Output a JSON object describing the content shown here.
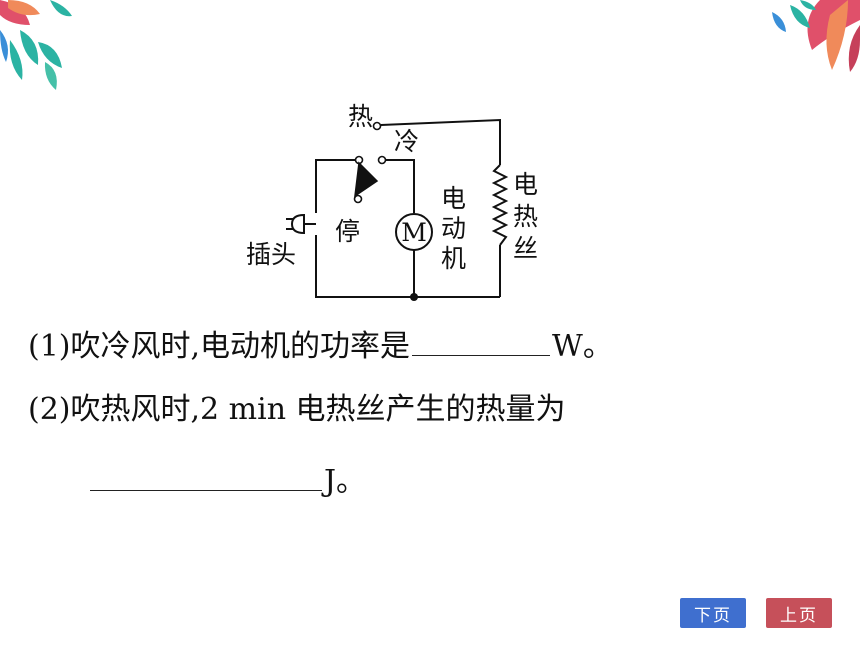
{
  "circuit": {
    "label_hot": "热",
    "label_cold": "冷",
    "label_stop": "停",
    "label_plug": "插头",
    "label_motor_symbol": "M",
    "label_motor": [
      "电",
      "动",
      "机"
    ],
    "label_heater": [
      "电",
      "热",
      "丝"
    ]
  },
  "questions": {
    "q1_prefix": "(1)吹冷风时,电动机的功率是",
    "q1_suffix": "W。",
    "q2_line1": "(2)吹热风时,2 min 电热丝产生的热量为",
    "q2_suffix": "J。"
  },
  "nav": {
    "next_label": "下页",
    "prev_label": "上页",
    "next_color": "#3f6fcf",
    "prev_color": "#c6505a"
  },
  "decoration": {
    "left_icon": "floral-leaves-icon",
    "right_icon": "floral-leaves-icon",
    "colors": [
      "#2bb3a3",
      "#e0506a",
      "#f08a5a",
      "#3a8fd8"
    ]
  }
}
